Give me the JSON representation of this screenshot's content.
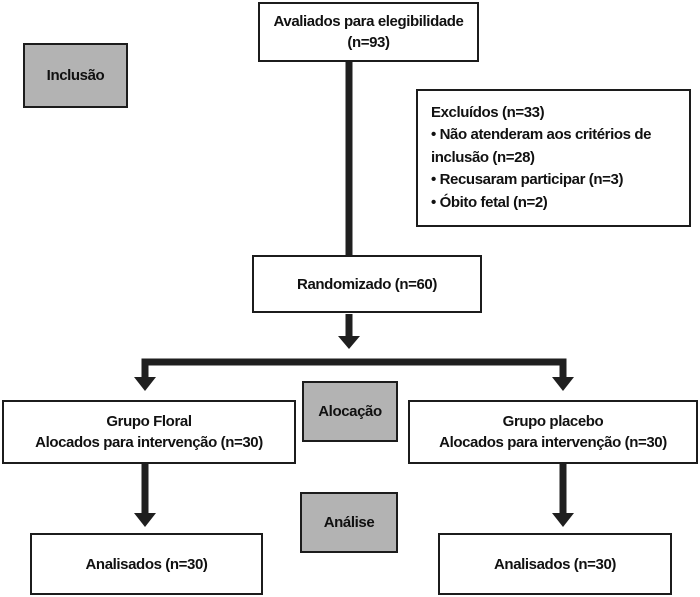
{
  "flowchart": {
    "assessed": {
      "line1": "Avaliados para elegibilidade",
      "line2": "(n=93)"
    },
    "stage_labels": {
      "inclusion": "Inclusão",
      "allocation": "Alocação",
      "analysis": "Análise"
    },
    "excluded": {
      "heading": "Excluídos (n=33)",
      "items": [
        "• Não atenderam aos critérios de inclusão (n=28)",
        "• Recusaram participar (n=3)",
        "• Óbito fetal (n=2)"
      ]
    },
    "randomized": {
      "label": "Randomizado (n=60)"
    },
    "group_floral": {
      "line1": "Grupo Floral",
      "line2": "Alocados para intervenção (n=30)"
    },
    "group_placebo": {
      "line1": "Grupo placebo",
      "line2": "Alocados para intervenção (n=30)"
    },
    "analyzed_left": {
      "label": "Analisados (n=30)"
    },
    "analyzed_right": {
      "label": "Analisados (n=30)"
    },
    "colors": {
      "box_fill": "#ffffff",
      "stage_fill": "#b3b3b3",
      "border": "#1c1c1c",
      "arrow": "#1f1f1f",
      "background": "#ffffff"
    }
  }
}
